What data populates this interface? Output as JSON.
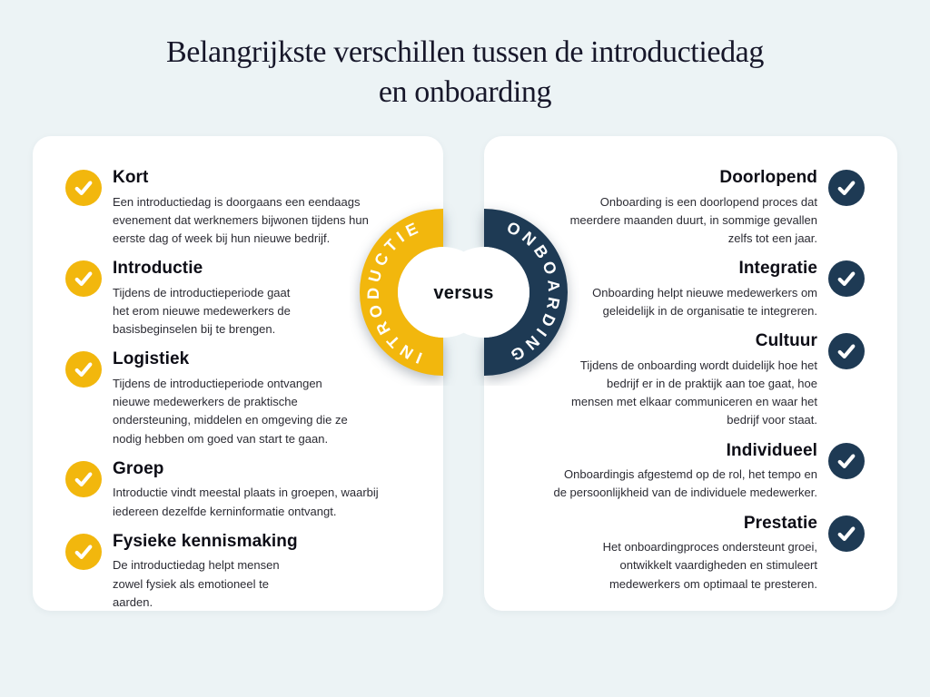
{
  "colors": {
    "background": "#ECF3F5",
    "card": "#FFFFFF",
    "yellow": "#F2B70D",
    "navy": "#1E3A54"
  },
  "header": {
    "title_lines": [
      "Belangrijkste verschillen tussen de introductiedag",
      "en onboarding"
    ]
  },
  "center": {
    "left_ring_label": "INTRODUCTIE",
    "right_ring_label": "ONBOARDING",
    "versus_label": "versus"
  },
  "left_column": {
    "items": [
      {
        "title": "Kort",
        "description_lines": [
          "Een introductiedag is doorgaans een eendaags",
          "evenement dat werknemers bijwonen tijdens hun",
          "eerste dag of week bij hun nieuwe bedrijf."
        ]
      },
      {
        "title": "Introductie",
        "description_lines": [
          "Tijdens de introductieperiode gaat",
          "het erom nieuwe medewerkers de",
          "basisbeginselen bij te brengen."
        ]
      },
      {
        "title": "Logistiek",
        "description_lines": [
          "Tijdens de introductieperiode ontvangen",
          "nieuwe medewerkers de praktische",
          "ondersteuning, middelen en omgeving die ze",
          "nodig hebben om goed van start te gaan."
        ]
      },
      {
        "title": "Groep",
        "description_lines": [
          "Introductie vindt meestal plaats in groepen, waarbij",
          "iedereen dezelfde kerninformatie ontvangt."
        ]
      },
      {
        "title": "Fysieke kennismaking",
        "description_lines": [
          "De introductiedag helpt mensen",
          "zowel fysiek als emotioneel te",
          "aarden."
        ]
      }
    ]
  },
  "right_column": {
    "items": [
      {
        "title": "Doorlopend",
        "description_lines": [
          "Onboarding is een doorlopend proces dat",
          "meerdere maanden duurt, in sommige gevallen",
          "zelfs tot een jaar."
        ]
      },
      {
        "title": "Integratie",
        "description_lines": [
          "Onboarding helpt nieuwe medewerkers om",
          "geleidelijk in de organisatie te integreren."
        ]
      },
      {
        "title": "Cultuur",
        "description_lines": [
          "Tijdens de onboarding wordt duidelijk hoe het",
          "bedrijf er in de praktijk aan toe gaat, hoe",
          "mensen met elkaar communiceren en waar het",
          "bedrijf voor staat."
        ]
      },
      {
        "title": "Individueel",
        "description_lines": [
          "Onboardingis afgestemd op de rol, het tempo en",
          "de persoonlijkheid van de individuele medewerker."
        ]
      },
      {
        "title": "Prestatie",
        "description_lines": [
          "Het onboardingproces ondersteunt groei,",
          "ontwikkelt vaardigheden en stimuleert",
          "medewerkers om optimaal te presteren."
        ]
      }
    ]
  }
}
